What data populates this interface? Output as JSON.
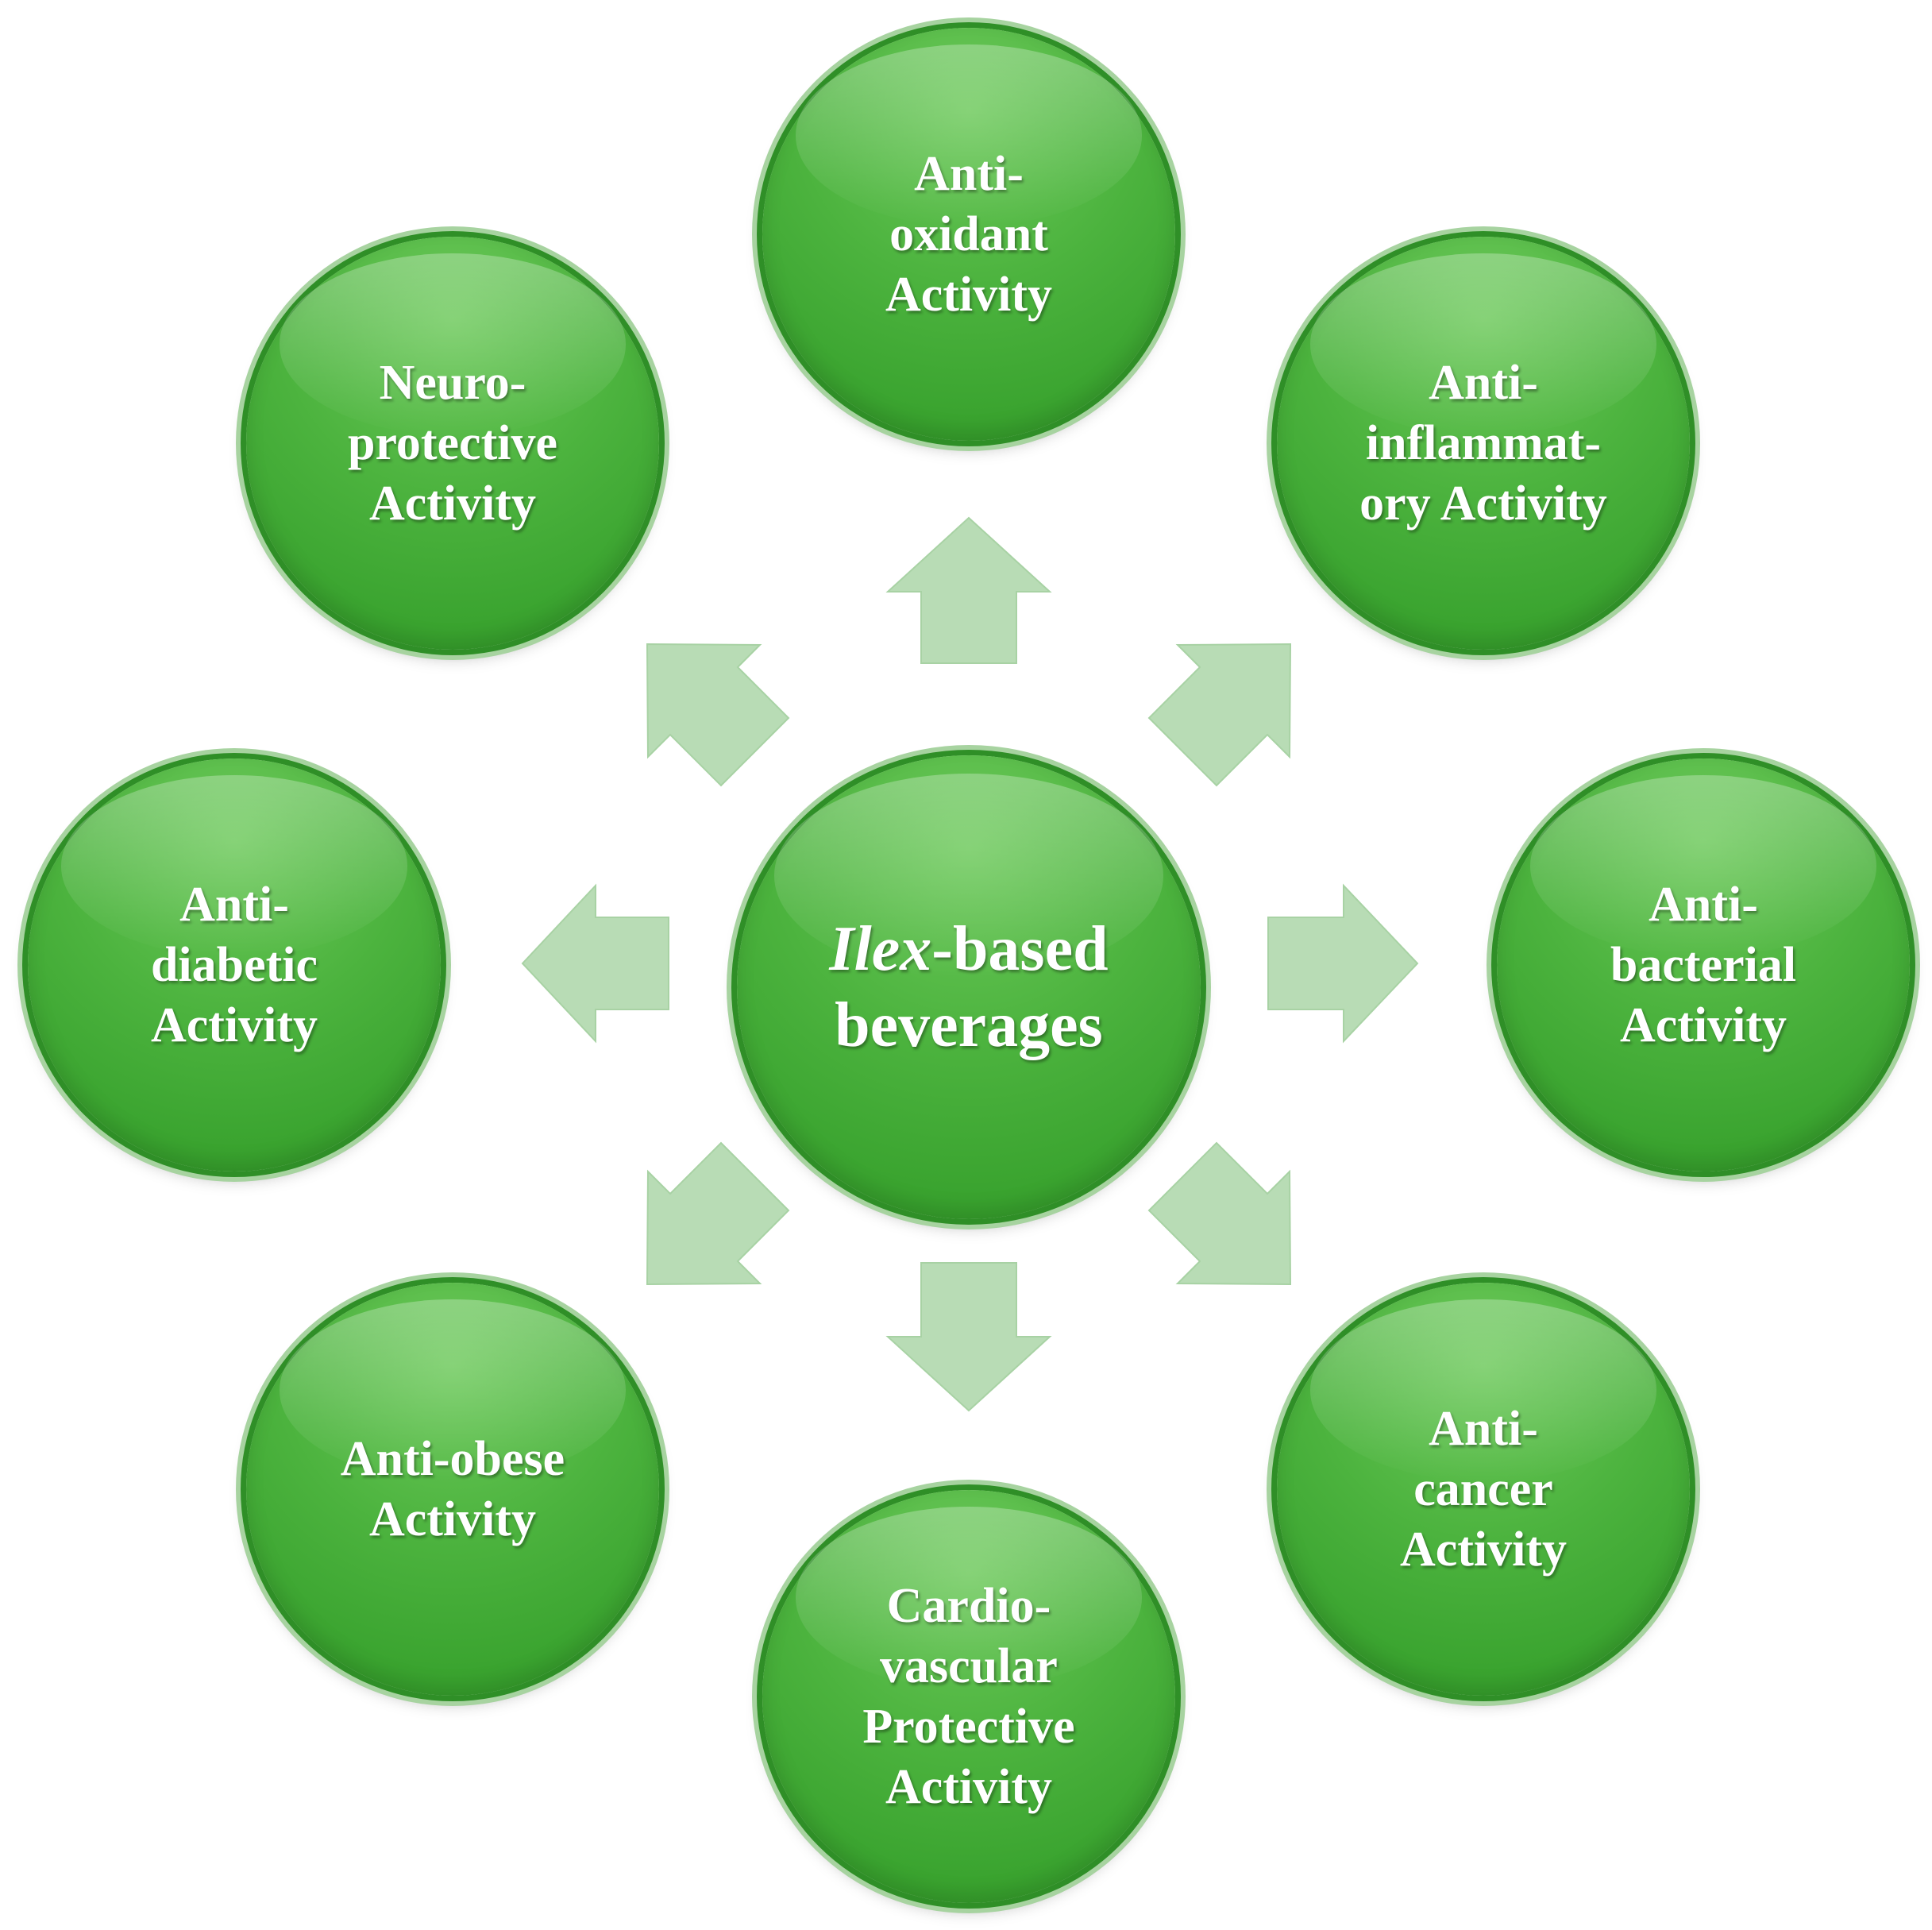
{
  "center": {
    "italic": "Ilex",
    "line1_rest": "-based",
    "line2": "beverages"
  },
  "nodes": {
    "antioxidant": "Anti-\noxidant\nActivity",
    "antiinflammatory": "Anti-\ninflammat-\nory Activity",
    "antibacterial": "Anti-\nbacterial\nActivity",
    "anticancer": "Anti-\ncancer\nActivity",
    "cardiovascular": "Cardio-\nvascular\nProtective\nActivity",
    "antiobese": "Anti-obese\nActivity",
    "antidiabetic": "Anti-\ndiabetic\nActivity",
    "neuroprotective": "Neuro-\nprotective\nActivity"
  },
  "colors": {
    "circle": "#4cb33e",
    "arrow": "#b8dcb5",
    "text": "#ffffff"
  }
}
